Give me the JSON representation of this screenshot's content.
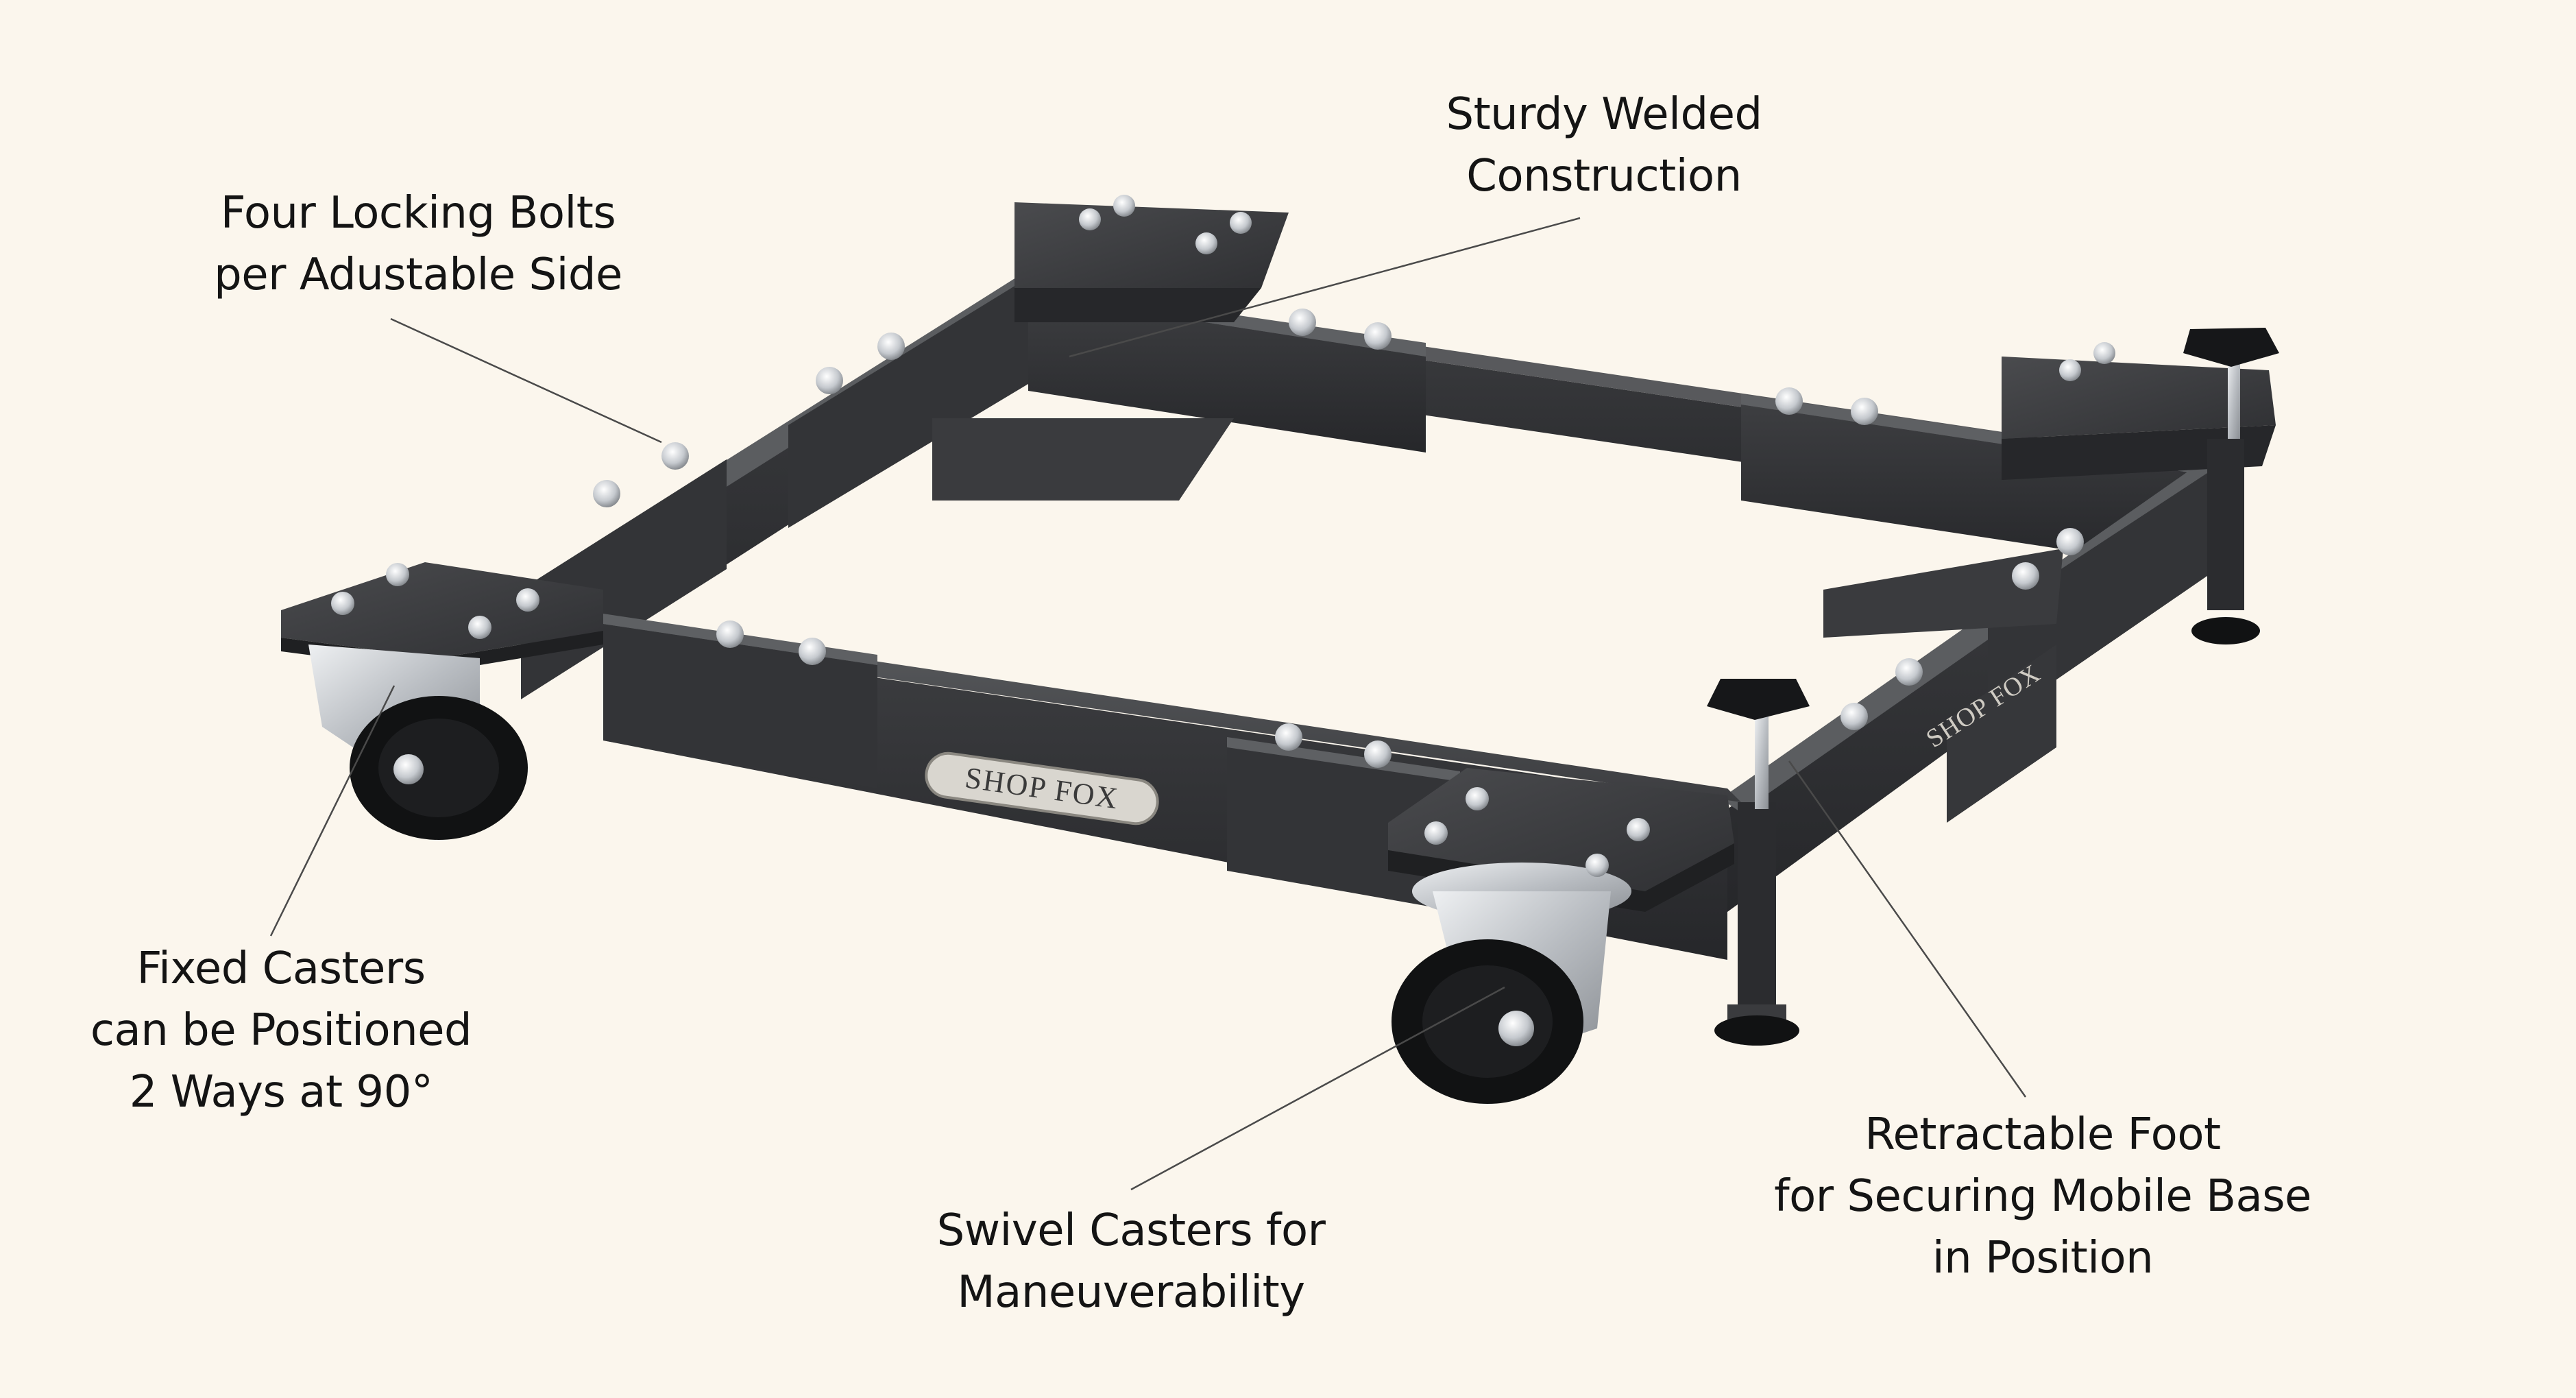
{
  "callouts": {
    "welded": {
      "lines": [
        "Sturdy Welded",
        "Construction"
      ]
    },
    "bolts": {
      "lines": [
        "Four Locking Bolts",
        "per Adustable Side"
      ]
    },
    "fixed": {
      "lines": [
        "Fixed Casters",
        "can be Positioned",
        "2 Ways at 90°"
      ]
    },
    "swivel": {
      "lines": [
        "Swivel Casters for",
        "Maneuverability"
      ]
    },
    "foot": {
      "lines": [
        "Retractable Foot",
        "for Securing Mobile Base",
        "in Position"
      ]
    }
  },
  "brand": {
    "front_plate": "SHOP FOX",
    "side_plate": "SHOP FOX"
  },
  "colors": {
    "background": "#fbf6ed",
    "frame": "#3f4042",
    "frame_dark": "#2a2b2d",
    "frame_light": "#56585b",
    "steel": "#c9ccd0",
    "wheel": "#151515",
    "text": "#141414"
  }
}
